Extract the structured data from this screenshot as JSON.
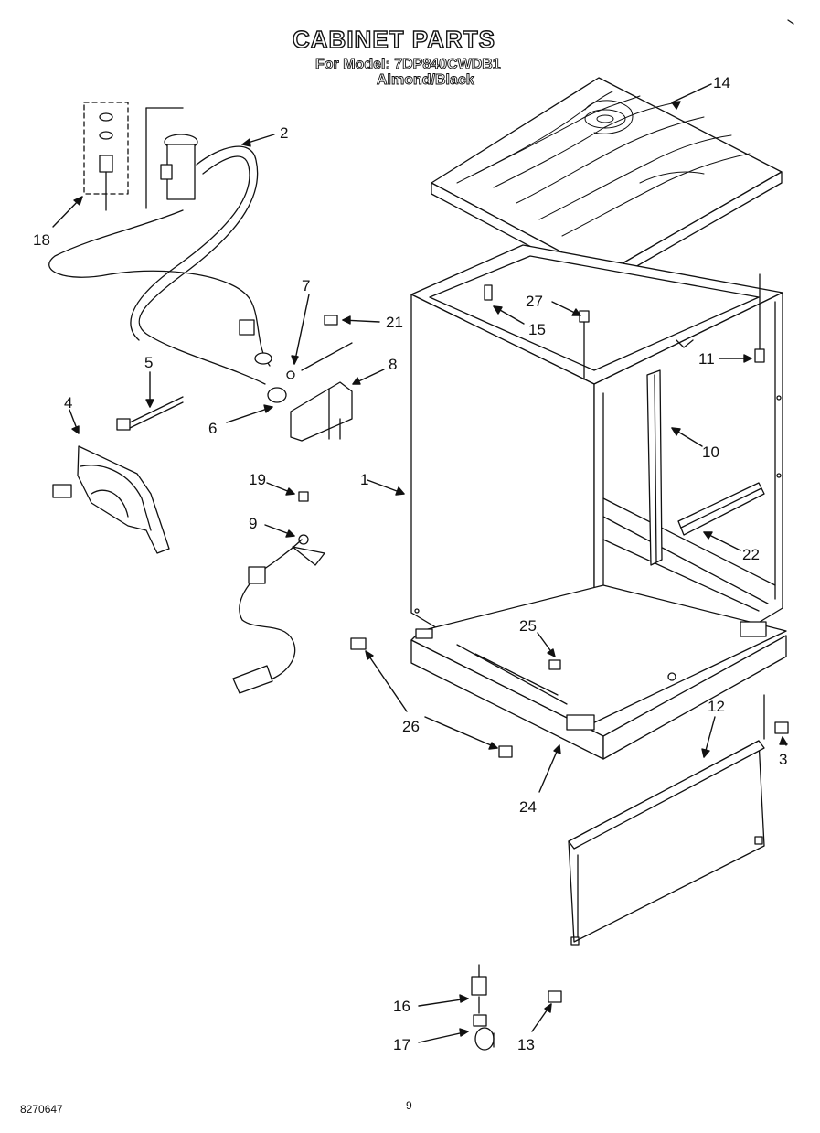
{
  "header": {
    "title": "CABINET PARTS",
    "model_line": "For Model: 7DP840CWDB1",
    "color_line": "Almond/Black"
  },
  "footer": {
    "doc_number": "8270647",
    "page_number": "9"
  },
  "callouts": [
    "14",
    "2",
    "18",
    "7",
    "21",
    "27",
    "15",
    "11",
    "5",
    "8",
    "4",
    "6",
    "10",
    "1",
    "19",
    "9",
    "22",
    "25",
    "26",
    "24",
    "12",
    "3",
    "16",
    "17",
    "13"
  ]
}
